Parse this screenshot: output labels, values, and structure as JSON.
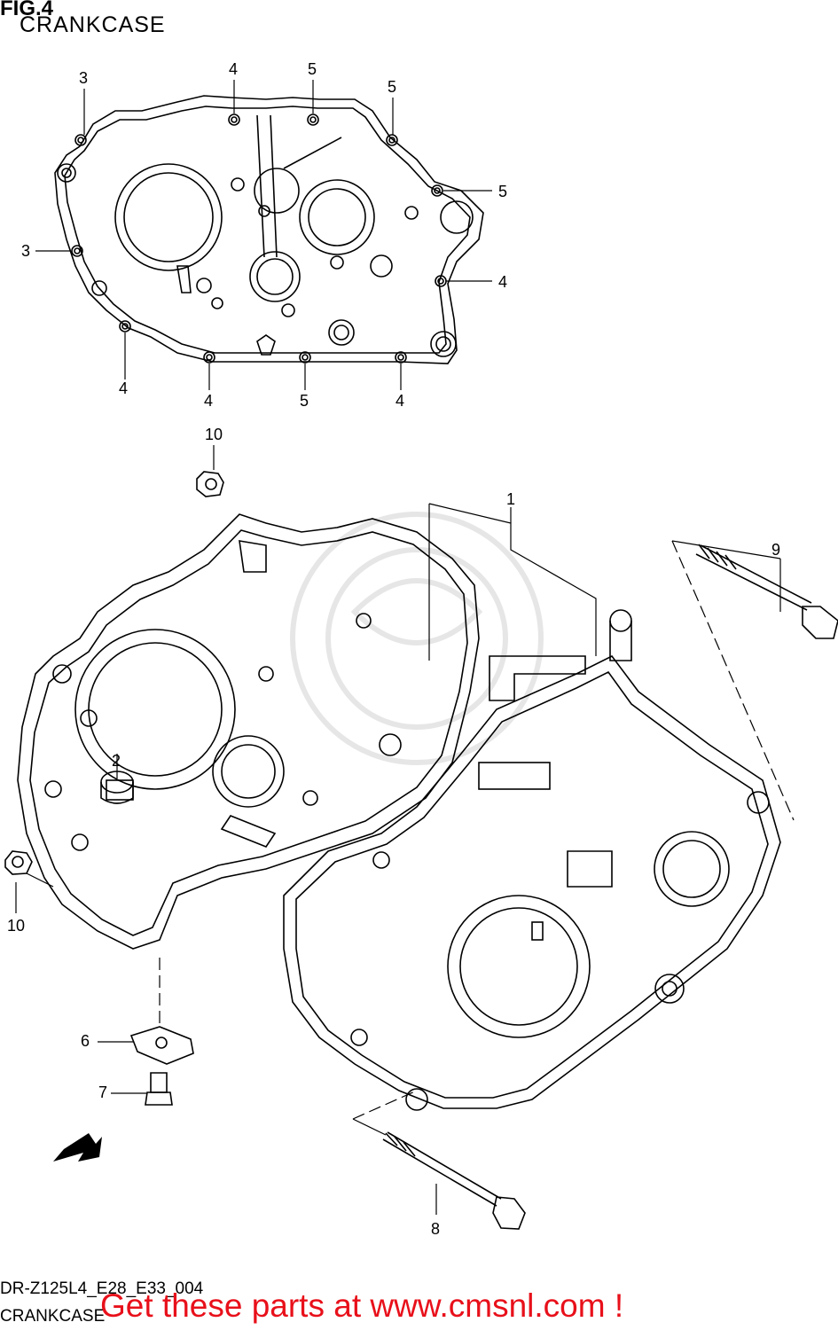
{
  "header": {
    "fig_label": "FIG.4",
    "subtitle": "CRANKCASE"
  },
  "footer": {
    "model_code": "DR-Z125L4_E28_E33_004",
    "caption": "CRANKCASE",
    "promo": "Get these parts at www.cmsnl.com !"
  },
  "arrow_label": "FWD",
  "callouts": {
    "c_3a": "3",
    "c_4a": "4",
    "c_5a": "5",
    "c_5b": "5",
    "c_5c": "5",
    "c_3b": "3",
    "c_4b": "4",
    "c_4c": "4",
    "c_4d": "4",
    "c_5d": "5",
    "c_4e": "4",
    "c_10a": "10",
    "c_1": "1",
    "c_9": "9",
    "c_2": "2",
    "c_10b": "10",
    "c_6": "6",
    "c_7": "7",
    "c_8": "8"
  },
  "colors": {
    "promo": "#e8101a",
    "line": "#000000",
    "watermark": "#d9d9d9"
  }
}
